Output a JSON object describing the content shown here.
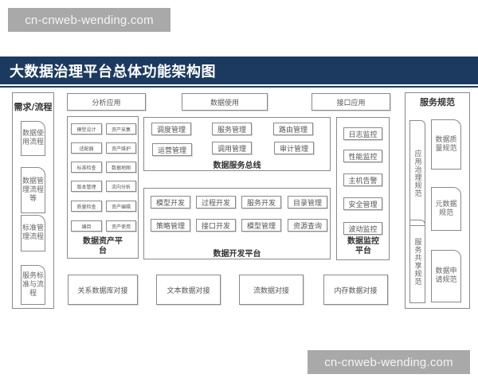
{
  "watermarks": {
    "top": "cn-cnweb-wending.com",
    "bottom": "cn-cnweb-wending.com"
  },
  "title": "大数据治理平台总体功能架构图",
  "colors": {
    "title_bg": "#1c3a60",
    "title_text": "#ffffff",
    "border": "#8a8a8a"
  },
  "left_column": {
    "heading": "需求/流程",
    "items": [
      "数据使用流程",
      "数据管理流程等",
      "标准管理流程",
      "服务标准与流程"
    ]
  },
  "top_apps": [
    "分析应用",
    "数据使用",
    "接口应用"
  ],
  "asset_platform": {
    "title": "数据资产平台",
    "items": [
      "模型设计",
      "资产采集",
      "适配器",
      "资产维护",
      "标准检查",
      "数据地图",
      "版本管理",
      "流向分析",
      "质量检查",
      "资产编辑",
      "编目",
      "资产使用"
    ]
  },
  "service_bus": {
    "title": "数据服务总线",
    "items": [
      "调度管理",
      "服务管理",
      "路由管理",
      "运营管理",
      "调用管理",
      "审计管理"
    ]
  },
  "dev_platform": {
    "title": "数据开发平台",
    "items": [
      "模型开发",
      "过程开发",
      "服务开发",
      "目录管理",
      "策略管理",
      "接口开发",
      "模型管理",
      "资源查询"
    ]
  },
  "monitor_platform": {
    "title": "数据监控平台",
    "items": [
      "日志监控",
      "性能监控",
      "主机告警",
      "安全管理",
      "波动监控"
    ]
  },
  "service_spec": {
    "heading": "服务规范",
    "vertical": [
      "应用治理规范",
      "服务共享规范"
    ],
    "items": [
      "数据质量规范",
      "元数据规范",
      "数据申请规范"
    ]
  },
  "connectors": [
    "关系数据库对接",
    "文本数据对接",
    "流数据对接",
    "内存数据对接"
  ]
}
